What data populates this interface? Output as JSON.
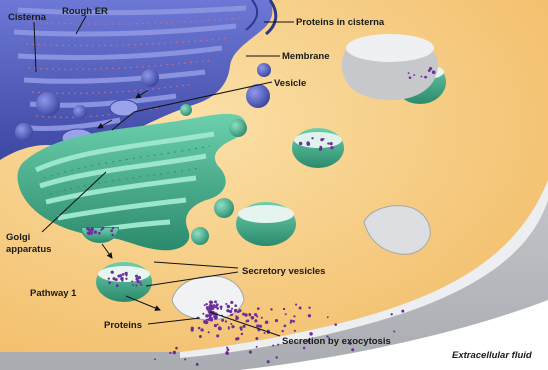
{
  "labels": {
    "cisterna": "Cisterna",
    "rough_er": "Rough ER",
    "proteins_in_cisterna": "Proteins in cisterna",
    "membrane": "Membrane",
    "vesicle": "Vesicle",
    "golgi_line1": "Golgi",
    "golgi_line2": "apparatus",
    "secretory_vesicles": "Secretory vesicles",
    "pathway_1": "Pathway 1",
    "proteins": "Proteins",
    "secretion_by_exocytosis": "Secretion by exocytosis",
    "extracellular_fluid": "Extracellular fluid"
  },
  "colors": {
    "cytoplasm": "#f7c97a",
    "cytoplasm_edge": "#f9dda0",
    "membrane": "#c9cbce",
    "rough_er": "#5a66c4",
    "rough_er_dark": "#3f4aa6",
    "golgi": "#47b493",
    "golgi_dark": "#2f8f72",
    "protein_dots": "#6b2e9b"
  }
}
